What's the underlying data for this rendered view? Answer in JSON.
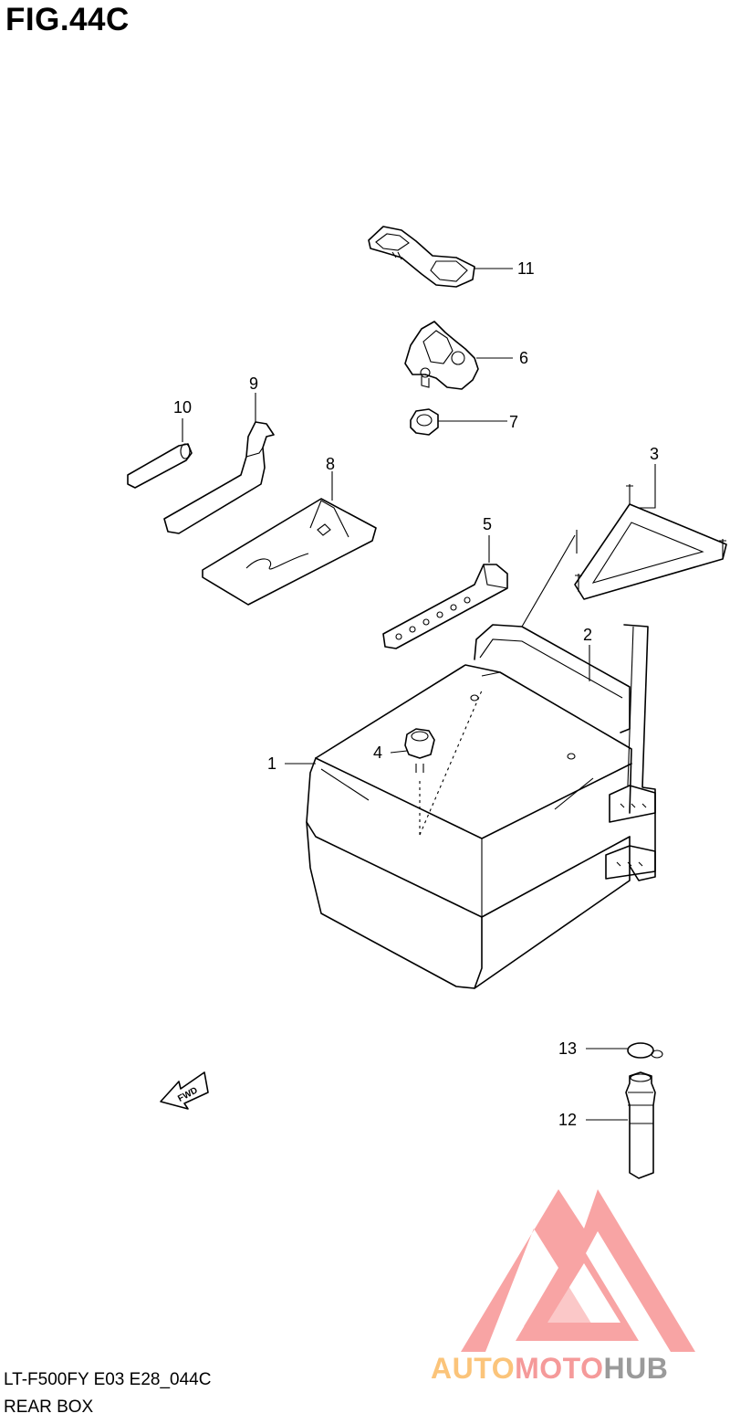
{
  "figure": {
    "title": "FIG.44C",
    "model_code": "LT-F500FY E03 E28_044C",
    "section_name": "REAR BOX"
  },
  "callouts": [
    {
      "id": "p1",
      "label": "1"
    },
    {
      "id": "p2",
      "label": "2"
    },
    {
      "id": "p3",
      "label": "3"
    },
    {
      "id": "p4",
      "label": "4"
    },
    {
      "id": "p5",
      "label": "5"
    },
    {
      "id": "p6",
      "label": "6"
    },
    {
      "id": "p7",
      "label": "7"
    },
    {
      "id": "p8",
      "label": "8"
    },
    {
      "id": "p9",
      "label": "9"
    },
    {
      "id": "p10",
      "label": "10"
    },
    {
      "id": "p11",
      "label": "11"
    },
    {
      "id": "p12",
      "label": "12"
    },
    {
      "id": "p13",
      "label": "13"
    }
  ],
  "fwd_arrow": {
    "label": "FWD"
  },
  "watermark": {
    "part_auto": "AUTO",
    "part_moto": "MOTO",
    "part_hub": "HUB",
    "colors": {
      "logo": "#f8a0a0",
      "auto": "#fbc47a",
      "moto": "#f59a9a",
      "hub": "#9a9a9a"
    }
  }
}
